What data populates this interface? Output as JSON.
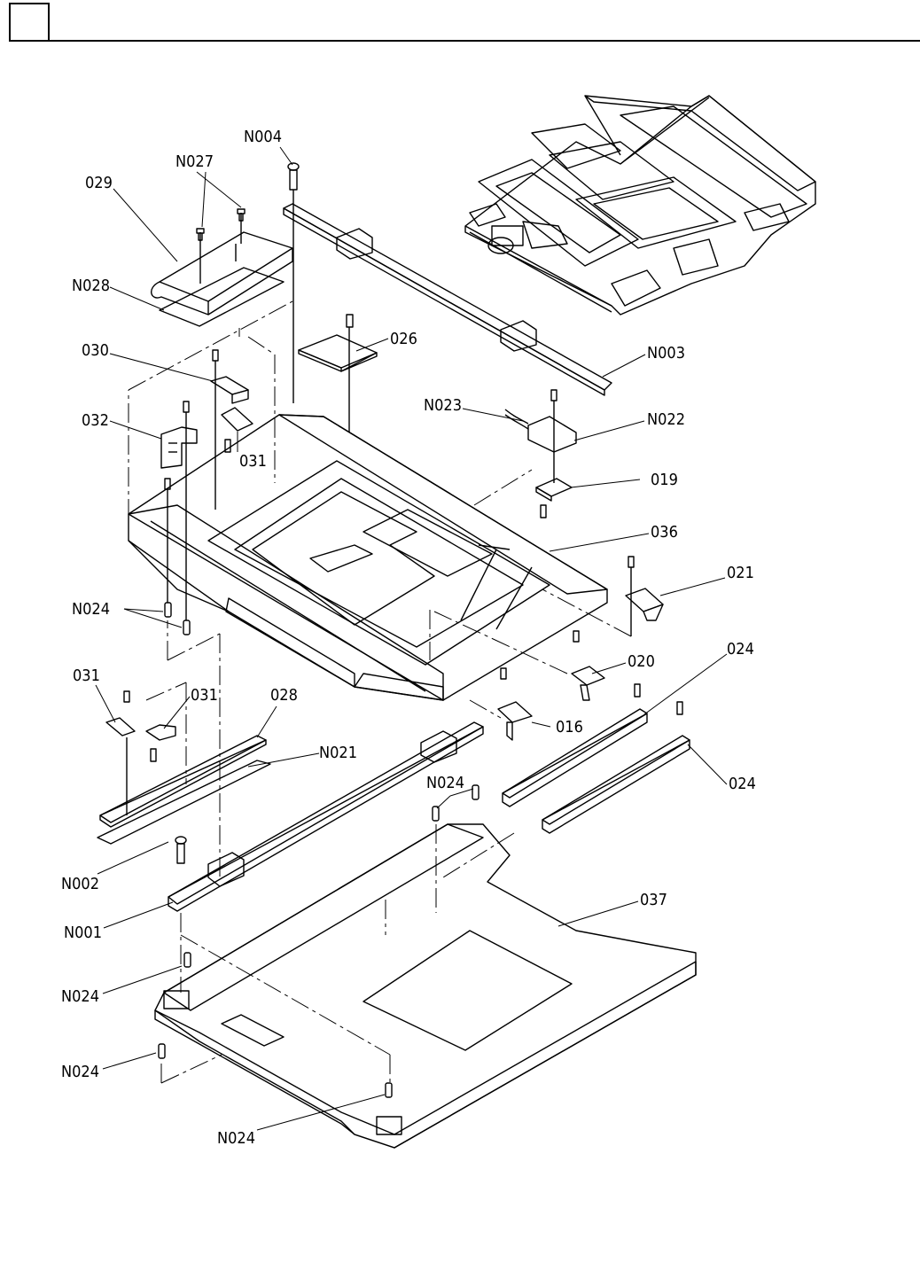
{
  "labels": {
    "N004": "N004",
    "N027": "N027",
    "029": "029",
    "N028": "N028",
    "026": "026",
    "030": "030",
    "N003": "N003",
    "N023": "N023",
    "N022": "N022",
    "032": "032",
    "031a": "031",
    "019": "019",
    "036": "036",
    "021": "021",
    "N024a": "N024",
    "024a": "024",
    "020": "020",
    "031b": "031",
    "031c": "031",
    "028": "028",
    "016": "016",
    "N021": "N021",
    "N024b": "N024",
    "024b": "024",
    "N002": "N002",
    "037": "037",
    "N001": "N001",
    "N024c": "N024",
    "N024d": "N024",
    "N024e": "N024"
  }
}
